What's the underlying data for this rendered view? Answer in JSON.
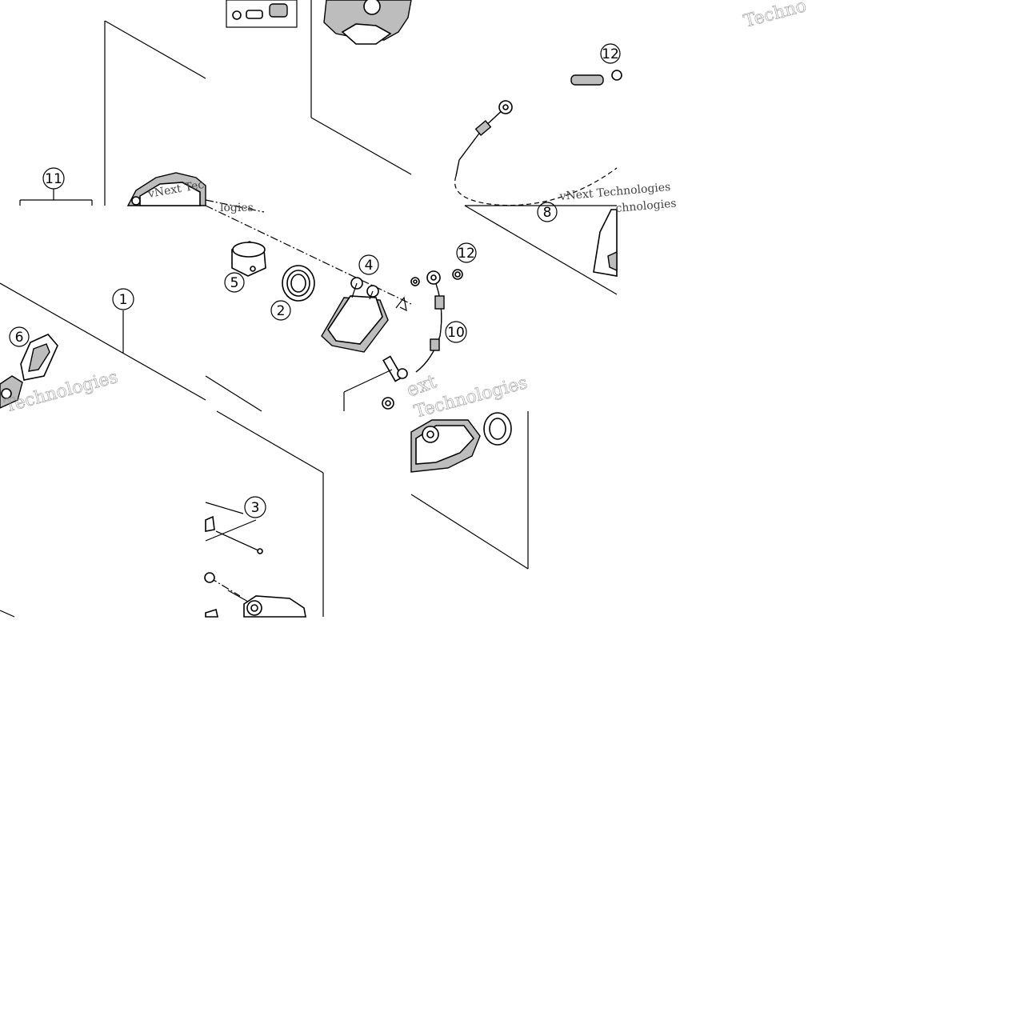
{
  "diagram": {
    "callouts": [
      {
        "id": "c1",
        "label": "1"
      },
      {
        "id": "c2",
        "label": "2"
      },
      {
        "id": "c3",
        "label": "3"
      },
      {
        "id": "c4",
        "label": "4"
      },
      {
        "id": "c5",
        "label": "5"
      },
      {
        "id": "c6",
        "label": "6"
      },
      {
        "id": "c8",
        "label": "8"
      },
      {
        "id": "c10",
        "label": "10"
      },
      {
        "id": "c11",
        "label": "11"
      },
      {
        "id": "c12a",
        "label": "12"
      },
      {
        "id": "c12b",
        "label": "12"
      }
    ],
    "watermarks": [
      {
        "id": "w1",
        "text": "Techno"
      },
      {
        "id": "w2",
        "text": "vNext Tec"
      },
      {
        "id": "w3",
        "text": "logies"
      },
      {
        "id": "w4",
        "text": "vNext Technologies"
      },
      {
        "id": "w5",
        "text": "ext"
      },
      {
        "id": "w6",
        "text": "Technologies"
      },
      {
        "id": "w7",
        "text": "chnologies"
      }
    ]
  }
}
